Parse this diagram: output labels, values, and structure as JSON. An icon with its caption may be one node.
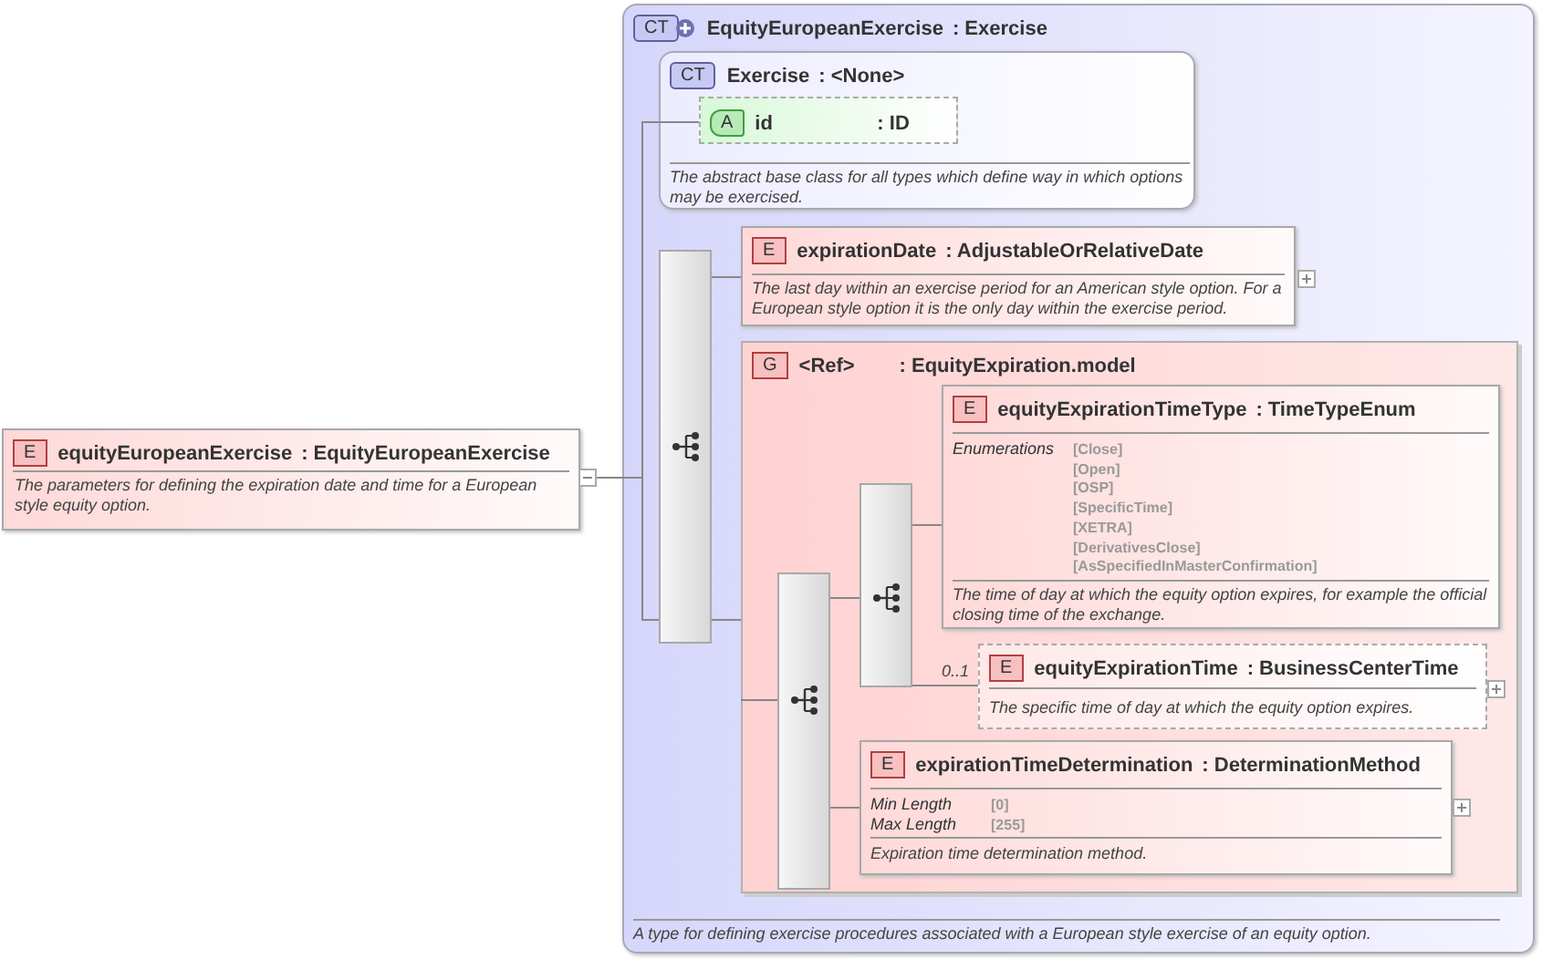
{
  "diagram": {
    "nodes": [
      {
        "text": [
          "E",
          "equityEuropeanExercise",
          ": EquityEuropeanExercise",
          "The parameters for defining the expiration date and time for a European style equity option."
        ]
      },
      {
        "text": [
          "CT",
          "EquityEuropeanExercise",
          ": Exercise",
          "A type for defining exercise procedures associated with a European style exercise of an equity option."
        ]
      },
      {
        "in": 1,
        "text": [
          "CT",
          "Exercise",
          ": <None>",
          "The abstract base class for all types which define way in which options may be exercised."
        ]
      },
      {
        "in": 2,
        "text": [
          "A",
          "id",
          ": ID"
        ]
      },
      {
        "in": 1,
        "text": [],
        "shape": "box"
      },
      {
        "in": 1,
        "text": [
          "E",
          "expirationDate",
          ": AdjustableOrRelativeDate",
          "The last day within an exercise period for an American style option. For a European style option it is the only day within the exercise period."
        ]
      },
      {
        "in": 1,
        "text": [
          "G",
          "<Ref>",
          ": EquityExpiration.model"
        ]
      },
      {
        "in": 6,
        "text": [],
        "shape": "box"
      },
      {
        "in": 6,
        "text": [],
        "shape": "box"
      },
      {
        "in": 6,
        "text": [
          "E",
          "equityExpirationTimeType",
          ": TimeTypeEnum",
          "Enumerations",
          "[Close]",
          "[Open]",
          "[OSP]",
          "[SpecificTime]",
          "[XETRA]",
          "[DerivativesClose]",
          "[AsSpecifiedInMasterConfirmation]",
          "The time of day at which the equity option expires, for example the official closing time of the exchange."
        ]
      },
      {
        "in": 6,
        "beside": [
          "0..1"
        ],
        "text": [
          "E",
          "equityExpirationTime",
          ": BusinessCenterTime",
          "The specific time of day at which the equity option expires."
        ]
      },
      {
        "in": 6,
        "text": [
          "E",
          "expirationTimeDetermination",
          ": DeterminationMethod",
          "Min Length",
          "[0]",
          "Max Length",
          "[255]",
          "Expiration time determination method."
        ]
      }
    ],
    "edges": [
      {
        "from": 0,
        "to": 3,
        "arrow": "none"
      },
      {
        "from": 0,
        "to": 4,
        "arrow": "none"
      },
      {
        "from": 4,
        "to": 5,
        "arrow": "none"
      },
      {
        "from": 4,
        "to": 6,
        "arrow": "none"
      },
      {
        "from": 6,
        "to": 7,
        "arrow": "none"
      },
      {
        "from": 7,
        "to": 8,
        "arrow": "none"
      },
      {
        "from": 7,
        "to": 11,
        "arrow": "none"
      },
      {
        "from": 8,
        "to": 9,
        "arrow": "none"
      },
      {
        "from": 8,
        "to": 10,
        "arrow": "none"
      }
    ]
  }
}
